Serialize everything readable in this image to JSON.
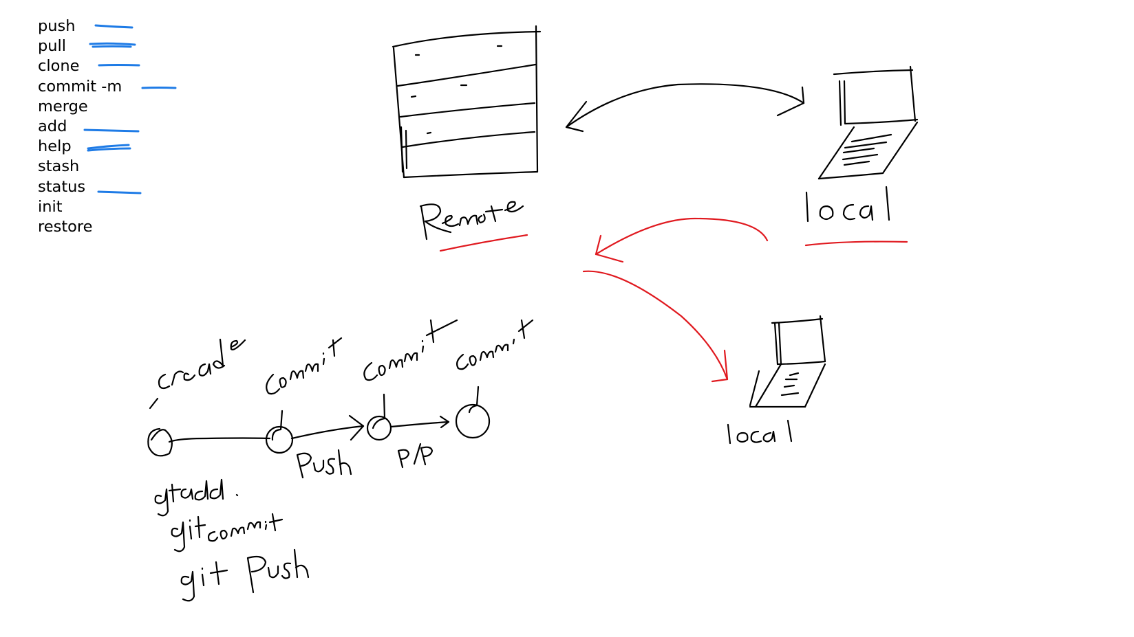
{
  "commands": [
    {
      "label": "push",
      "underlined": true
    },
    {
      "label": "pull",
      "underlined": true
    },
    {
      "label": "clone",
      "underlined": true
    },
    {
      "label": "commit -m",
      "underlined": true
    },
    {
      "label": "merge",
      "underlined": false
    },
    {
      "label": "add",
      "underlined": true
    },
    {
      "label": "help",
      "underlined": true
    },
    {
      "label": "stash",
      "underlined": false
    },
    {
      "label": "status",
      "underlined": true
    },
    {
      "label": "init",
      "underlined": false
    },
    {
      "label": "restore",
      "underlined": false
    }
  ],
  "handwriting": {
    "remote_label": "Remote",
    "local_label_top": "local",
    "local_label_bottom": "local",
    "create_label": "create",
    "commit_label_1": "commit",
    "commit_label_2": "commit",
    "commit_label_3": "commit",
    "push_label": "Push",
    "pp_label": "P/P",
    "cmd_add": "git add .",
    "cmd_commit": "git commit",
    "cmd_push": "git push"
  },
  "colors": {
    "ink_black": "#000000",
    "ink_red": "#e0191f",
    "highlight_blue": "#1e7be6"
  },
  "icons": {
    "remote": "server-icon",
    "local": "laptop-icon"
  }
}
